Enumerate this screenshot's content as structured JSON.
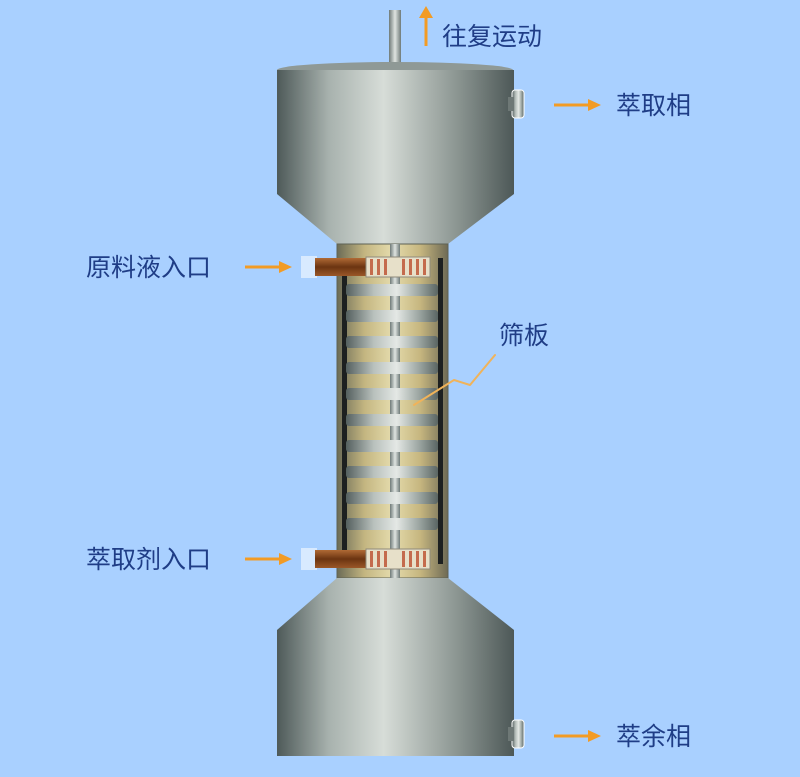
{
  "labels": {
    "reciprocating_motion": "往复运动",
    "extract_phase": "萃取相",
    "feed_inlet": "原料液入口",
    "sieve_plate": "筛板",
    "solvent_inlet": "萃取剂入口",
    "raffinate_phase": "萃余相"
  },
  "colors": {
    "background": "#a9d0ff",
    "arrow": "#f29b25",
    "text": "#1f3d86",
    "shell": "#7f8a86",
    "tray": "#c9b57a",
    "nozzle": "#8b4a1d"
  },
  "icons": {
    "flow_arrow": "orange-arrow-icon"
  }
}
